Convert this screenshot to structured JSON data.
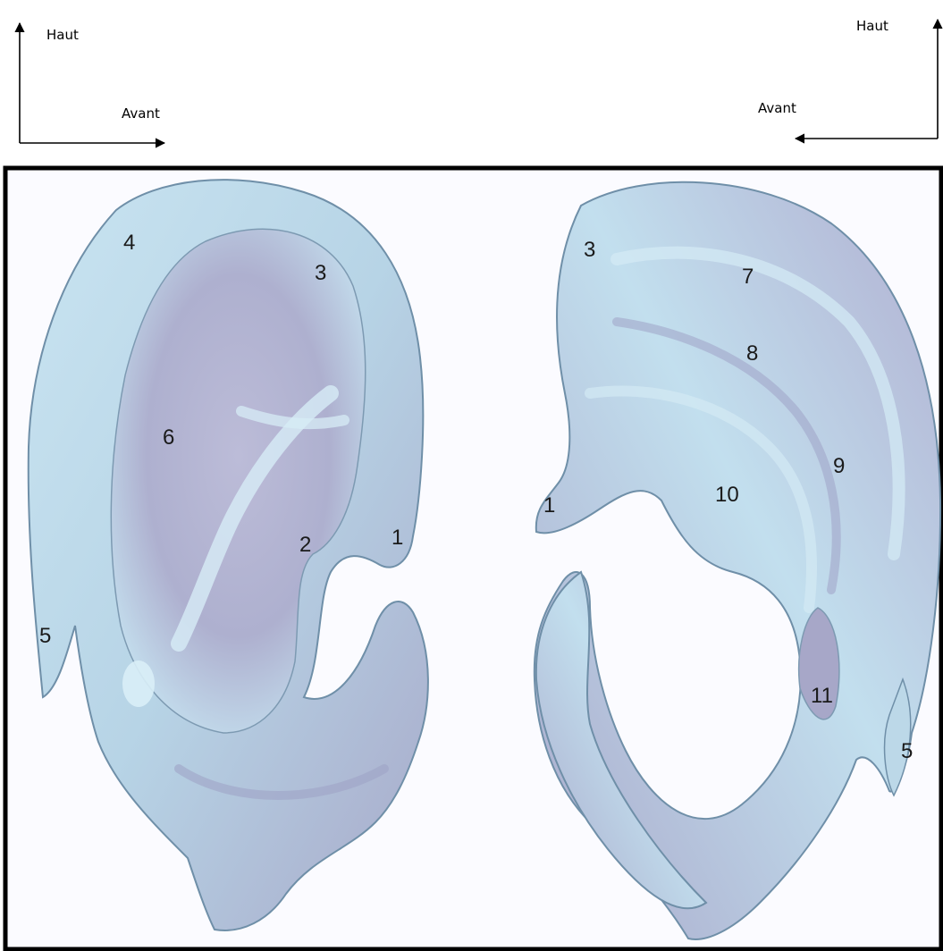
{
  "orientation_left": {
    "up_label": "Haut",
    "forward_label": "Avant"
  },
  "orientation_right": {
    "up_label": "Haut",
    "forward_label": "Avant"
  },
  "figure_left": {
    "labels": [
      "4",
      "3",
      "6",
      "2",
      "1",
      "5"
    ]
  },
  "figure_right": {
    "labels": [
      "3",
      "7",
      "8",
      "9",
      "10",
      "1",
      "11",
      "5"
    ]
  },
  "colors": {
    "cartilage_fill": "#b9d6e6",
    "cartilage_shadow": "#a9a9c7",
    "outline": "#6f8fa8",
    "frame": "#000000",
    "background": "#fbfbff"
  }
}
